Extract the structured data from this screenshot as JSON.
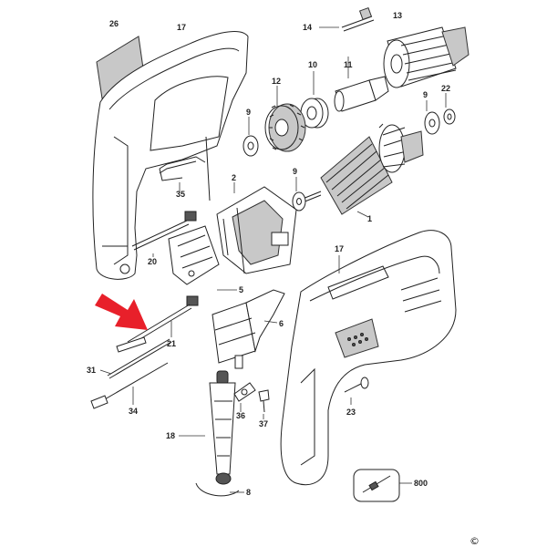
{
  "diagram": {
    "copyright_symbol": "©",
    "parts": {
      "p26": "26",
      "p17a": "17",
      "p14": "14",
      "p13": "13",
      "p12": "12",
      "p10": "10",
      "p11": "11",
      "p9a": "9",
      "p9b": "9",
      "p9c": "9",
      "p22": "22",
      "p35": "35",
      "p2": "2",
      "p1": "1",
      "p20": "20",
      "p5": "5",
      "p6": "6",
      "p17b": "17",
      "p21": "21",
      "p31": "31",
      "p34": "34",
      "p18": "18",
      "p36": "36",
      "p37": "37",
      "p23": "23",
      "p8": "8",
      "p800": "800"
    },
    "colors": {
      "arrow": "#e8202a",
      "line": "#222222",
      "fill_grey": "#c8c8c8"
    }
  }
}
